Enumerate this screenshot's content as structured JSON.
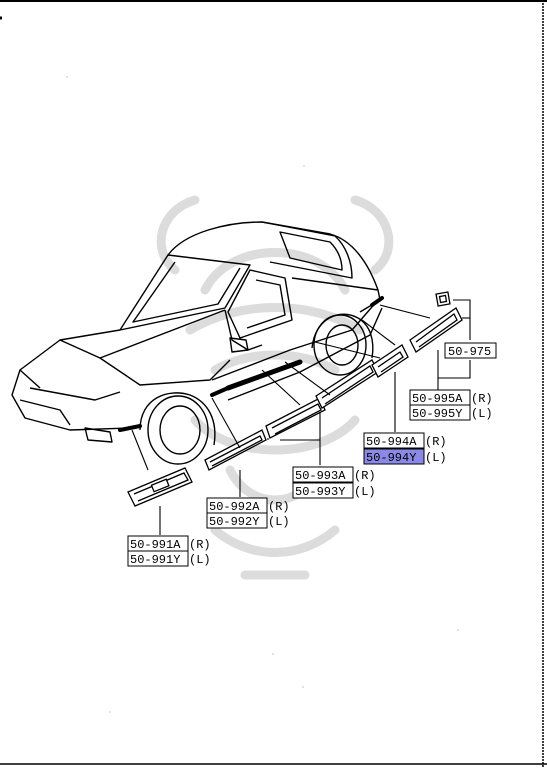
{
  "colors": {
    "ink": "#000000",
    "highlight": "#8b89e6",
    "watermark": "#d8d8d8",
    "paper": "#ffffff"
  },
  "parts": [
    {
      "id": "p975",
      "code": "50-975",
      "side": ""
    },
    {
      "id": "p995a",
      "code": "50-995A",
      "side": "(R)"
    },
    {
      "id": "p995y",
      "code": "50-995Y",
      "side": "(L)"
    },
    {
      "id": "p994a",
      "code": "50-994A",
      "side": "(R)"
    },
    {
      "id": "p994y",
      "code": "50-994Y",
      "side": "(L)",
      "highlighted": true
    },
    {
      "id": "p993a",
      "code": "50-993A",
      "side": "(R)"
    },
    {
      "id": "p993y",
      "code": "50-993Y",
      "side": "(L)"
    },
    {
      "id": "p992a",
      "code": "50-992A",
      "side": "(R)"
    },
    {
      "id": "p992y",
      "code": "50-992Y",
      "side": "(L)"
    },
    {
      "id": "p991a",
      "code": "50-991A",
      "side": "(R)"
    },
    {
      "id": "p991y",
      "code": "50-991Y",
      "side": "(L)"
    }
  ],
  "watermark_icon": "samurai-helmet-watermark-icon"
}
